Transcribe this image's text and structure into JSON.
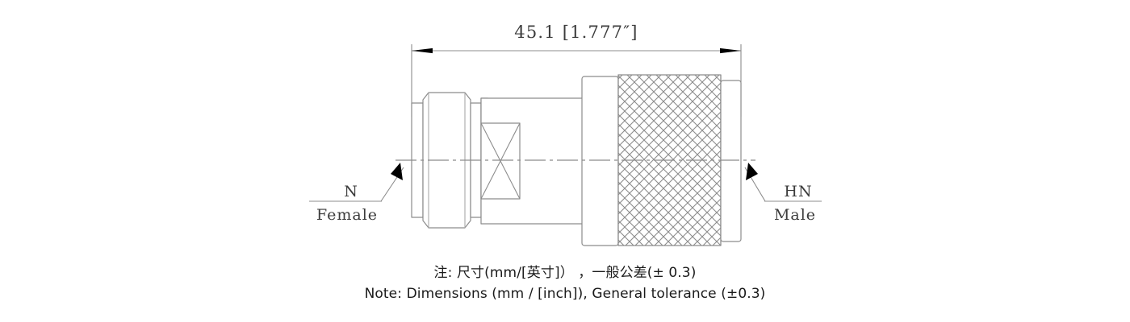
{
  "drawing": {
    "type": "mechanical-outline-drawing",
    "subject": "N Female to HN Male RF coaxial adapter",
    "background_color": "#ffffff",
    "line_color": "#8c8c8c",
    "text_color": "#3c3c3c",
    "dimension": {
      "name": "overall-length",
      "label": "45.1 [1.777″]",
      "value_mm": 45.1,
      "value_inch": 1.777,
      "unit_primary": "mm",
      "unit_secondary": "inch"
    },
    "callouts": [
      {
        "id": "left-connector",
        "line1": "N",
        "line2": "Female",
        "side": "left"
      },
      {
        "id": "right-connector",
        "line1": "HN",
        "line2": "Male",
        "side": "right"
      }
    ],
    "features": {
      "coupling_nut": "hex-chamfered-nut",
      "wrench_flat": "rectangle-with-x",
      "knurl": "diamond-cross-hatch-grip"
    }
  },
  "caption": {
    "line_zh": "注: 尺寸(mm/[英寸]） ，一般公差(± 0.3)",
    "line_en": "Note: Dimensions (mm / [inch]), General tolerance (±0.3)"
  }
}
